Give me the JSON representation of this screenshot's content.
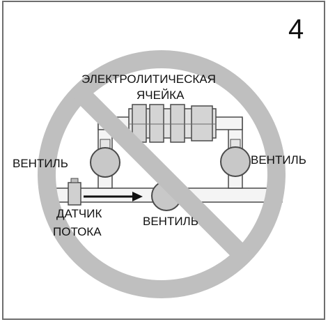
{
  "figure_number": "4",
  "labels": {
    "cell_line1": "ЭЛЕКТРОЛИТИЧЕСКАЯ",
    "cell_line2": "ЯЧЕЙКА",
    "valve_left": "ВЕНТИЛЬ",
    "valve_right": "ВЕНТИЛЬ",
    "valve_bottom": "ВЕНТИЛЬ",
    "sensor_line1": "ДАТЧИК",
    "sensor_line2": "ПОТОКА"
  },
  "colors": {
    "prohibition_sign": "#bfbfbf",
    "line": "#4a4a4a",
    "valve_fill": "#c8c8c8",
    "frame": "#6e6e6e"
  },
  "icons": {
    "prohibition": "prohibition-sign-icon",
    "flow_arrow": "flow-arrow-icon"
  }
}
